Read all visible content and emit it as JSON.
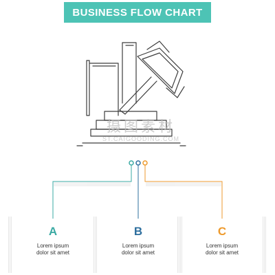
{
  "title": "BUSINESS FLOW CHART",
  "colors": {
    "banner": "#4dc3b5",
    "teal": "#3aaaa3",
    "blue": "#2e6f9e",
    "orange": "#ee9a2c",
    "icon_stroke": "#3c3c3c"
  },
  "icon": "gavel-icon",
  "watermark": {
    "cn": "摄图素材",
    "en": "ST.CAIGOODING.COM"
  },
  "steps": [
    {
      "letter": "A",
      "text": "Lorem ipsum\ndolor sit amet",
      "color": "#3aaaa3"
    },
    {
      "letter": "B",
      "text": "Lorem ipsum\ndolor sit amet",
      "color": "#2e6f9e"
    },
    {
      "letter": "C",
      "text": "Lorem ipsum\ndolor sit amet",
      "color": "#ee9a2c"
    }
  ]
}
